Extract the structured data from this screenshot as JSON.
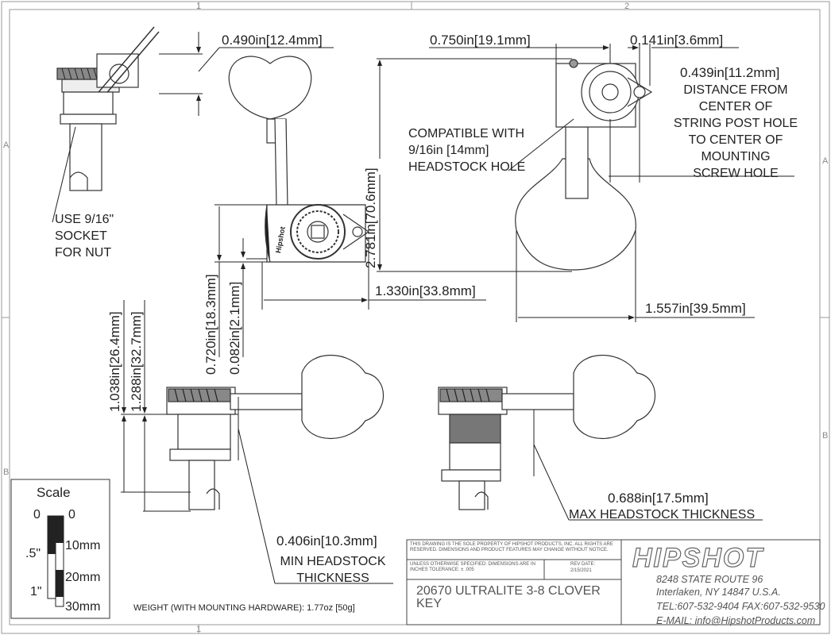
{
  "zones": {
    "top_1": "1",
    "top_2": "2",
    "bottom_1": "1",
    "left_a": "A",
    "left_b": "B",
    "right_a": "A",
    "right_b": "B"
  },
  "dimensions": {
    "head_width": "0.490in",
    "head_width_mm": "12.4mm",
    "post_offset": "0.750in",
    "post_offset_mm": "19.1mm",
    "screw_offset": "0.141in",
    "screw_offset_mm": "3.6mm",
    "post_to_screw": "0.439in",
    "post_to_screw_mm": "11.2mm",
    "overall_height": "2.781in",
    "overall_height_mm": "70.6mm",
    "housing_width": "1.330in",
    "housing_width_mm": "33.8mm",
    "key_width": "1.557in",
    "key_width_mm": "39.5mm",
    "housing_height": "0.720in",
    "housing_height_mm": "18.3mm",
    "housing_gap": "0.082in",
    "housing_gap_mm": "2.1mm",
    "post_len_min": "1.038in",
    "post_len_min_mm": "26.4mm",
    "post_len_max": "1.288in",
    "post_len_max_mm": "32.7mm",
    "min_thickness": "0.406in",
    "min_thickness_mm": "10.3mm",
    "max_thickness": "0.688in",
    "max_thickness_mm": "17.5mm"
  },
  "notes": {
    "distance_lines": [
      "DISTANCE FROM",
      "CENTER OF",
      "STRING POST HOLE",
      "TO CENTER OF",
      "MOUNTING",
      "SCREW HOLE"
    ],
    "compat_lines": [
      "COMPATIBLE WITH",
      "9/16in [14mm]",
      "HEADSTOCK HOLE"
    ],
    "socket_lines": [
      "USE 9/16\"",
      "SOCKET",
      "FOR NUT"
    ],
    "min_label_lines": [
      "MIN HEADSTOCK",
      "THICKNESS"
    ],
    "max_label": "MAX HEADSTOCK THICKNESS",
    "weight": "WEIGHT (WITH MOUNTING HARDWARE): 1.77oz [50g]"
  },
  "scale": {
    "title": "Scale",
    "left": [
      "0",
      ".5\"",
      "1\""
    ],
    "right": [
      "0",
      "10mm",
      "20mm",
      "30mm"
    ]
  },
  "title_block": {
    "notice": "THIS DRAWING IS THE SOLE PROPERTY OF HIPSHOT PRODUCTS, INC. ALL RIGHTS ARE RESERVED. DIMENSIONS AND PRODUCT FEATURES MAY CHANGE WITHOUT NOTICE.",
    "tolerance": "UNLESS OTHERWISE SPECIFIED: DIMENSIONS ARE IN INCHES TOLERANCE: ± .005",
    "rev_label": "REV DATE:",
    "rev_date": "2/15/2021",
    "part": "20670 ULTRALITE 3-8 CLOVER",
    "part2": "KEY",
    "brand": "HIPSHOT",
    "address1": "8248 STATE ROUTE 96",
    "address2": "Interlaken, NY 14847 U.S.A.",
    "phone": "TEL:607-532-9404 FAX:607-532-9530",
    "email": "E-MAIL: info@HipshotProducts.com"
  },
  "housing_stamp": "Hipshot"
}
